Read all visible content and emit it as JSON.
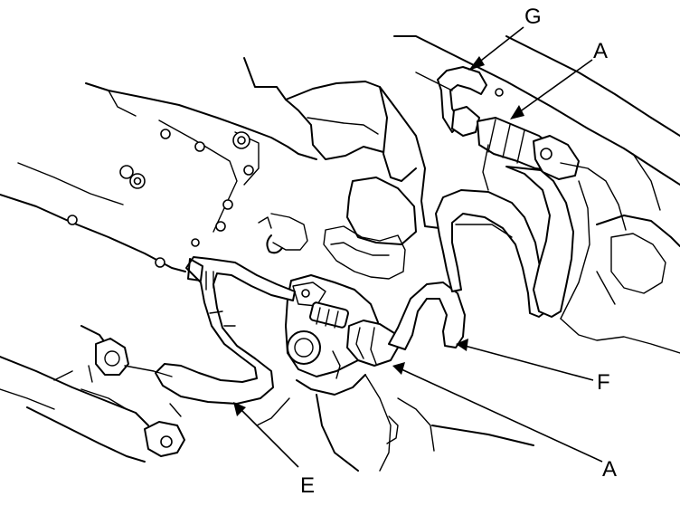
{
  "diagram": {
    "callouts": {
      "g": "G",
      "a_top": "A",
      "f": "F",
      "a_bottom": "A",
      "e": "E"
    }
  }
}
